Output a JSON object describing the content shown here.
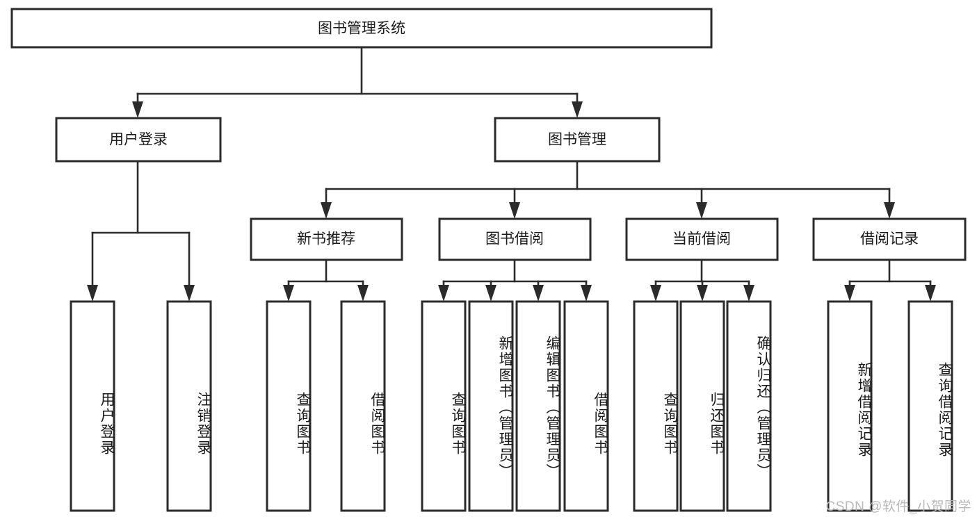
{
  "diagram": {
    "title": "图书管理系统",
    "type": "tree-hierarchy-diagram",
    "orientation": "top-down",
    "colors": {
      "box_stroke": "#2b2b2b",
      "box_fill": "#ffffff",
      "connector": "#2b2b2b",
      "text": "#1a1a1a",
      "watermark": "#b9b9b9",
      "background": "#ffffff"
    },
    "root": {
      "label": "图书管理系统"
    },
    "level2": [
      {
        "label": "用户登录"
      },
      {
        "label": "图书管理"
      }
    ],
    "level3": [
      {
        "label": "新书推荐"
      },
      {
        "label": "图书借阅"
      },
      {
        "label": "当前借阅"
      },
      {
        "label": "借阅记录"
      }
    ],
    "leaves": {
      "user_login": [
        {
          "label": "用户登录"
        },
        {
          "label": "注销登录"
        }
      ],
      "new_book_recommend": [
        {
          "label": "查询图书"
        },
        {
          "label": "借阅图书"
        }
      ],
      "book_borrow": [
        {
          "label": "查询图书"
        },
        {
          "label": "新增图书（管理员）"
        },
        {
          "label": "编辑图书（管理员）"
        },
        {
          "label": "借阅图书"
        }
      ],
      "current_borrow": [
        {
          "label": "查询图书"
        },
        {
          "label": "归还图书"
        },
        {
          "label": "确认归还（管理员）"
        }
      ],
      "borrow_record": [
        {
          "label": "新增借阅记录"
        },
        {
          "label": "查询借阅记录"
        }
      ]
    }
  },
  "watermark": {
    "text": "CSDN @软件_小贺同学"
  }
}
